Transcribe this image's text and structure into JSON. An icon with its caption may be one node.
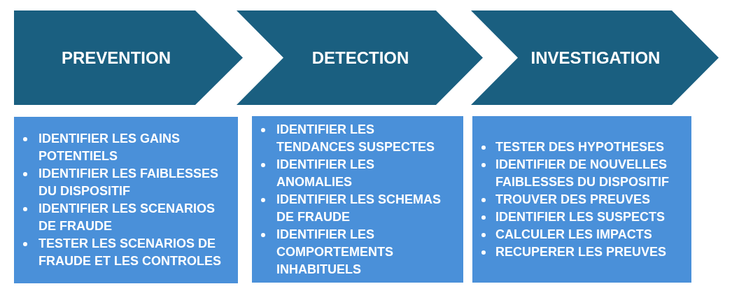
{
  "diagram": {
    "nodes": [
      {
        "text": [
          "PREVENTION"
        ]
      },
      {
        "text": [
          "DETECTION"
        ]
      },
      {
        "text": [
          "INVESTIGATION"
        ]
      },
      {
        "text": [
          "IDENTIFIER LES GAINS POTENTIELS",
          "IDENTIFIER LES FAIBLESSES DU DISPOSITIF",
          "IDENTIFIER LES SCENARIOS DE FRAUDE",
          "TESTER LES SCENARIOS DE FRAUDE ET LES CONTROLES"
        ]
      },
      {
        "text": [
          "IDENTIFIER LES TENDANCES SUSPECTES",
          "IDENTIFIER LES ANOMALIES",
          "IDENTIFIER LES SCHEMAS DE FRAUDE",
          "IDENTIFIER LES COMPORTEMENTS INHABITUELS"
        ]
      },
      {
        "text": [
          "TESTER DES HYPOTHESES",
          "IDENTIFIER DE NOUVELLES FAIBLESSES DU DISPOSITIF",
          "TROUVER DES PREUVES",
          "IDENTIFIER LES SUSPECTS",
          "CALCULER LES IMPACTS",
          "RECUPERER LES PREUVES"
        ]
      }
    ]
  }
}
